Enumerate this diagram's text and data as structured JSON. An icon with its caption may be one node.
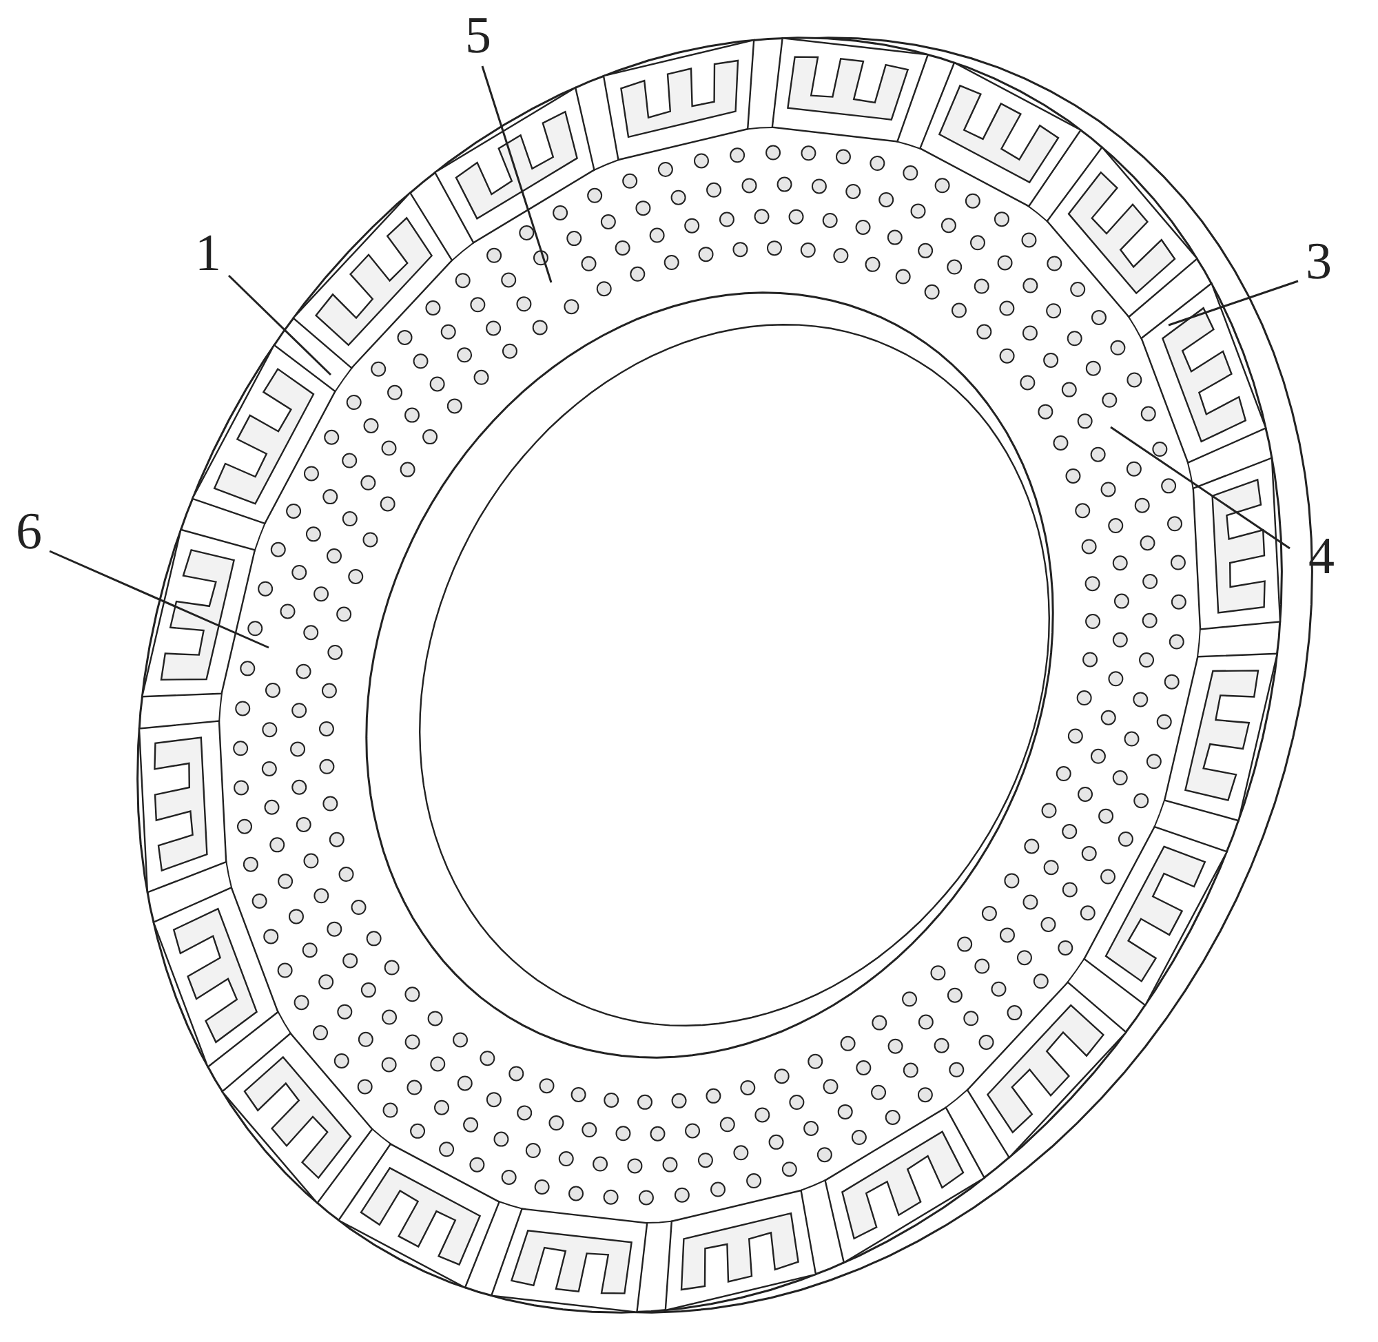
{
  "diagram": {
    "nodes": [
      {
        "text": [
          "5"
        ]
      },
      {
        "text": [
          "1"
        ]
      },
      {
        "text": [
          "3"
        ]
      },
      {
        "text": [
          "6"
        ]
      },
      {
        "text": [
          "4"
        ]
      }
    ],
    "edges": [
      {
        "from": 0,
        "to": null,
        "arrow": "none"
      },
      {
        "from": 1,
        "to": null,
        "arrow": "none"
      },
      {
        "from": 2,
        "to": null,
        "arrow": "none"
      },
      {
        "from": 3,
        "to": null,
        "arrow": "none"
      },
      {
        "from": 4,
        "to": null,
        "arrow": "none"
      }
    ]
  }
}
